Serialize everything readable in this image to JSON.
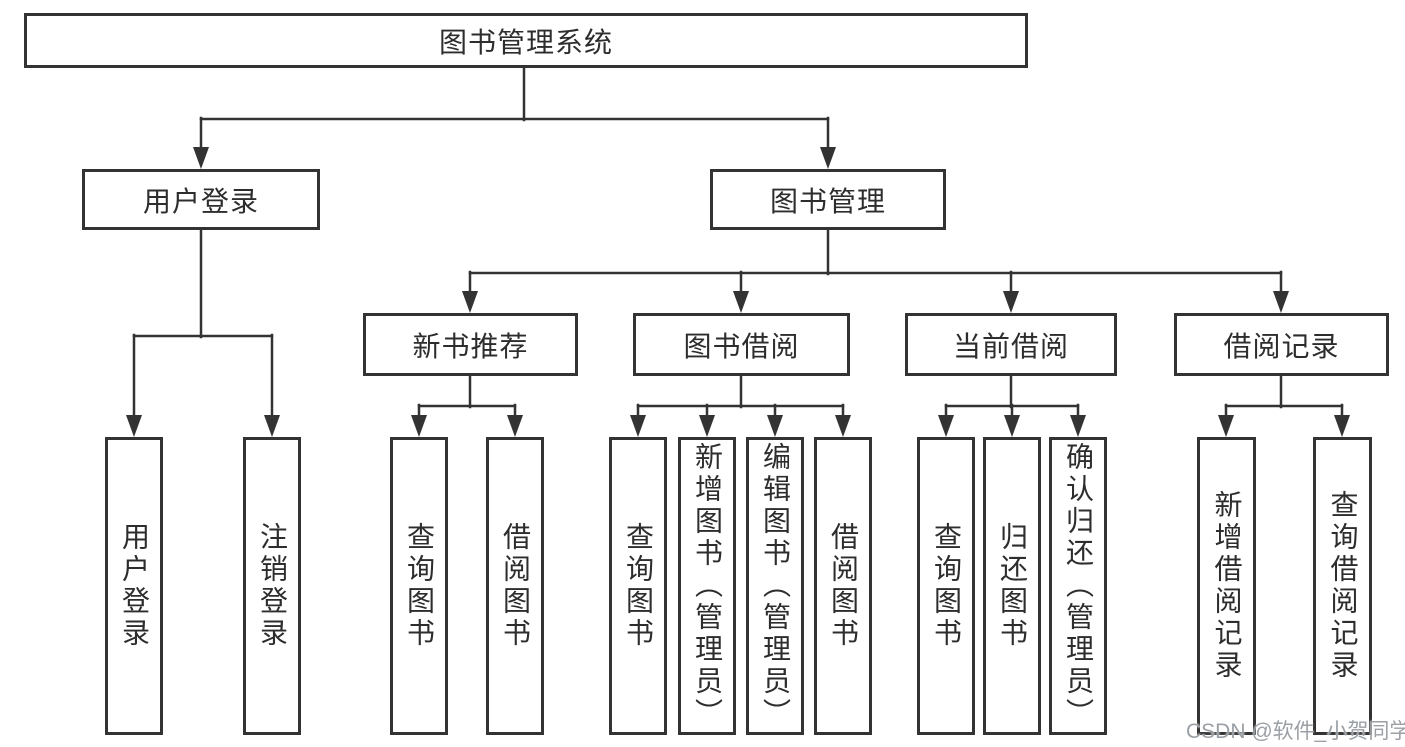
{
  "tree": {
    "root": {
      "label": "图书管理系统",
      "children": [
        {
          "label": "用户登录",
          "children": [
            {
              "label": "用户登录"
            },
            {
              "label": "注销登录"
            }
          ]
        },
        {
          "label": "图书管理",
          "children": [
            {
              "label": "新书推荐",
              "children": [
                {
                  "label": "查询图书"
                },
                {
                  "label": "借阅图书"
                }
              ]
            },
            {
              "label": "图书借阅",
              "children": [
                {
                  "label": "查询图书"
                },
                {
                  "label": "新增图书（管理员）"
                },
                {
                  "label": "编辑图书（管理员）"
                },
                {
                  "label": "借阅图书"
                }
              ]
            },
            {
              "label": "当前借阅",
              "children": [
                {
                  "label": "查询图书"
                },
                {
                  "label": "归还图书"
                },
                {
                  "label": "确认归还（管理员）"
                }
              ]
            },
            {
              "label": "借阅记录",
              "children": [
                {
                  "label": "新增借阅记录"
                },
                {
                  "label": "查询借阅记录"
                }
              ]
            }
          ]
        }
      ]
    }
  },
  "watermark": {
    "text": "CSDN @软件_小贺同学"
  },
  "colors": {
    "line": "#333333",
    "text": "#2d2d2d",
    "background": "#ffffff",
    "watermark": "#9aa0a6"
  }
}
